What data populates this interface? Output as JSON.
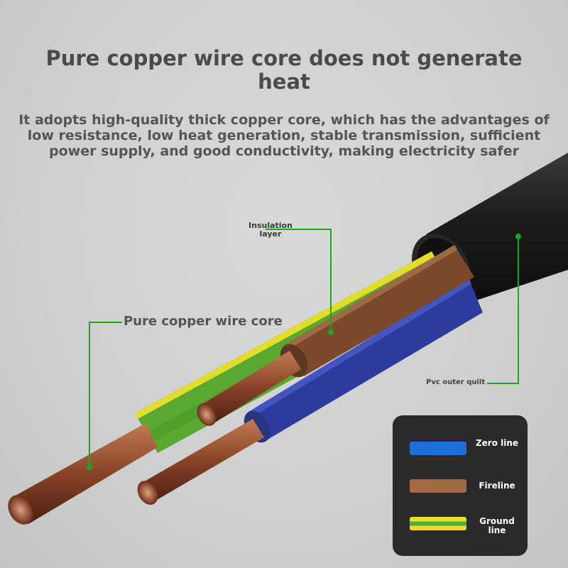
{
  "header": {
    "title": "Pure copper wire core does not generate heat",
    "subtitle": "It adopts high-quality thick copper core, which has the advantages of low resistance, low heat generation, stable transmission, sufficient power supply, and good conductivity, making electricity safer"
  },
  "callouts": {
    "insulation": "Insulation layer",
    "core": "Pure copper wire core",
    "pvc": "Pvc outer quilt"
  },
  "legend": {
    "items": [
      {
        "label": "Zero line",
        "color": "#1f6fd6"
      },
      {
        "label": "Fireline",
        "color": "#a36a44"
      },
      {
        "label": "Ground line",
        "color": "#e9dd2c"
      }
    ]
  },
  "colors": {
    "callout_line": "#1fa51f",
    "jacket": "#1b1b1b",
    "copper": "#8a4327"
  }
}
